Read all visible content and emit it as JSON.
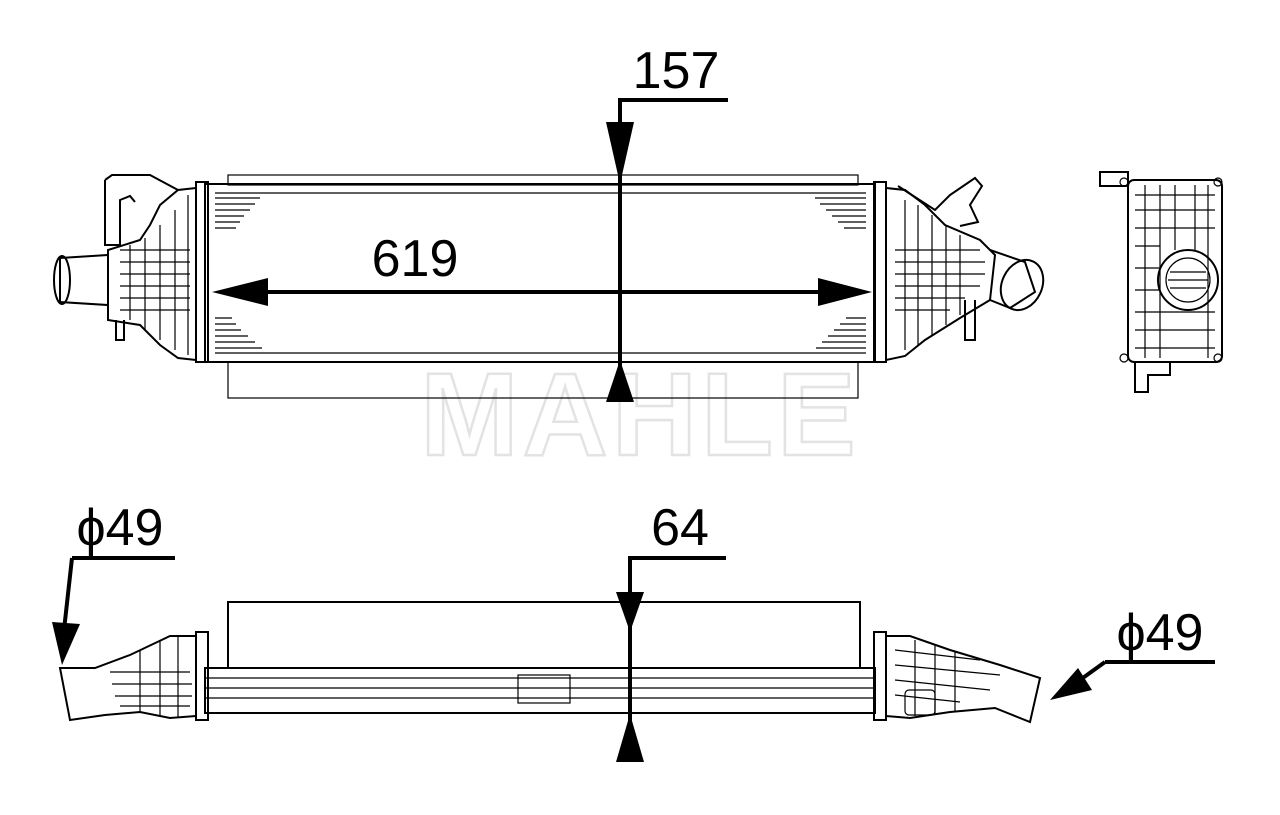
{
  "watermark": {
    "text": "MAHLE"
  },
  "dimensions": {
    "length": "619",
    "height": "157",
    "depth": "64",
    "inlet_diameter": "ϕ49",
    "outlet_diameter": "ϕ49"
  },
  "colors": {
    "line": "#000000",
    "background": "#ffffff",
    "watermark": "#e3e3e3"
  }
}
